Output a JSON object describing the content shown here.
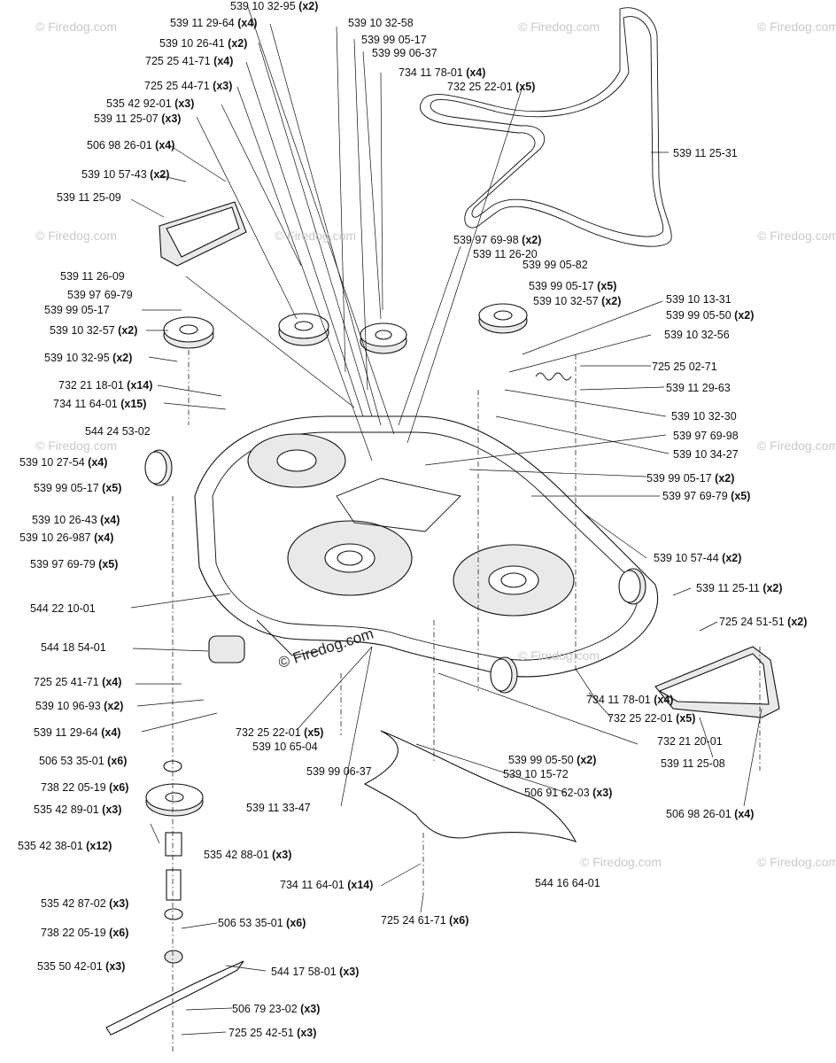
{
  "watermarks": [
    "© Firedog.com",
    "© Firedog.com",
    "© Firedog.com",
    "© Firedog.com",
    "© Firedog.com",
    "© Firedog.com",
    "© Firedog.com",
    "© Firedog.com",
    "© Firedog.com",
    "© Firedog.com",
    "© Firedog.com"
  ],
  "center_watermark": "© Firedog.com",
  "labels": [
    {
      "p": "539 10 32-95",
      "q": "(x2)"
    },
    {
      "p": "539 11 29-64",
      "q": "(x4)"
    },
    {
      "p": "539 10 32-58",
      "q": ""
    },
    {
      "p": "539 99 05-17",
      "q": ""
    },
    {
      "p": "539 10 26-41",
      "q": "(x2)"
    },
    {
      "p": "539 99 06-37",
      "q": ""
    },
    {
      "p": "725 25 41-71",
      "q": "(x4)"
    },
    {
      "p": "734 11 78-01",
      "q": "(x4)"
    },
    {
      "p": "732 25 22-01",
      "q": "(x5)"
    },
    {
      "p": "725 25 44-71",
      "q": "(x3)"
    },
    {
      "p": "535 42 92-01",
      "q": "(x3)"
    },
    {
      "p": "539 11 25-07",
      "q": "(x3)"
    },
    {
      "p": "539 11 25-31",
      "q": ""
    },
    {
      "p": "506 98 26-01",
      "q": "(x4)"
    },
    {
      "p": "539 10 57-43",
      "q": "(x2)"
    },
    {
      "p": "539 11 25-09",
      "q": ""
    },
    {
      "p": "539 97 69-98",
      "q": "(x2)"
    },
    {
      "p": "539 11 26-20",
      "q": ""
    },
    {
      "p": "539 99 05-82",
      "q": ""
    },
    {
      "p": "539 11 26-09",
      "q": ""
    },
    {
      "p": "539 99 05-17",
      "q": "(x5)"
    },
    {
      "p": "539 97 69-79",
      "q": ""
    },
    {
      "p": "539 10 32-57",
      "q": "(x2)"
    },
    {
      "p": "539 10 13-31",
      "q": ""
    },
    {
      "p": "539 99 05-17",
      "q": ""
    },
    {
      "p": "539 99 05-50",
      "q": "(x2)"
    },
    {
      "p": "539 10 32-57",
      "q": "(x2)"
    },
    {
      "p": "539 10 32-56",
      "q": ""
    },
    {
      "p": "539 10 32-95",
      "q": "(x2)"
    },
    {
      "p": "725 25 02-71",
      "q": ""
    },
    {
      "p": "732 21 18-01",
      "q": "(x14)"
    },
    {
      "p": "539 11 29-63",
      "q": ""
    },
    {
      "p": "734 11 64-01",
      "q": "(x15)"
    },
    {
      "p": "539 10 32-30",
      "q": ""
    },
    {
      "p": "544 24 53-02",
      "q": ""
    },
    {
      "p": "539 97 69-98",
      "q": ""
    },
    {
      "p": "539 10 27-54",
      "q": "(x4)"
    },
    {
      "p": "539 10 34-27",
      "q": ""
    },
    {
      "p": "539 99 05-17",
      "q": "(x5)"
    },
    {
      "p": "539 99 05-17",
      "q": "(x2)"
    },
    {
      "p": "539 10 26-43",
      "q": "(x4)"
    },
    {
      "p": "539 97 69-79",
      "q": "(x5)"
    },
    {
      "p": "539 10 26-987",
      "q": "(x4)"
    },
    {
      "p": "539 97 69-79",
      "q": "(x5)"
    },
    {
      "p": "539 10 57-44",
      "q": "(x2)"
    },
    {
      "p": "539 11 25-11",
      "q": "(x2)"
    },
    {
      "p": "544 22 10-01",
      "q": ""
    },
    {
      "p": "725 24 51-51",
      "q": "(x2)"
    },
    {
      "p": "544 18 54-01",
      "q": ""
    },
    {
      "p": "725 25 41-71",
      "q": "(x4)"
    },
    {
      "p": "734 11 78-01",
      "q": "(x4)"
    },
    {
      "p": "539 10 96-93",
      "q": "(x2)"
    },
    {
      "p": "732 25 22-01",
      "q": "(x5)"
    },
    {
      "p": "539 11 29-64",
      "q": "(x4)"
    },
    {
      "p": "732 25 22-01",
      "q": "(x5)"
    },
    {
      "p": "732 21 20-01",
      "q": ""
    },
    {
      "p": "539 10 65-04",
      "q": ""
    },
    {
      "p": "539 11 25-08",
      "q": ""
    },
    {
      "p": "539 99 05-50",
      "q": "(x2)"
    },
    {
      "p": "506 53 35-01",
      "q": "(x6)"
    },
    {
      "p": "539 99 06-37",
      "q": ""
    },
    {
      "p": "539 10 15-72",
      "q": ""
    },
    {
      "p": "738 22 05-19",
      "q": "(x6)"
    },
    {
      "p": "506 91 62-03",
      "q": "(x3)"
    },
    {
      "p": "535 42 89-01",
      "q": "(x3)"
    },
    {
      "p": "539 11 33-47",
      "q": ""
    },
    {
      "p": "506 98 26-01",
      "q": "(x4)"
    },
    {
      "p": "535 42 38-01",
      "q": "(x12)"
    },
    {
      "p": "535 42 88-01",
      "q": "(x3)"
    },
    {
      "p": "734 11 64-01",
      "q": "(x14)"
    },
    {
      "p": "544 16 64-01",
      "q": ""
    },
    {
      "p": "535 42 87-02",
      "q": "(x3)"
    },
    {
      "p": "725 24 61-71",
      "q": "(x6)"
    },
    {
      "p": "506 53 35-01",
      "q": "(x6)"
    },
    {
      "p": "738 22 05-19",
      "q": "(x6)"
    },
    {
      "p": "535 50 42-01",
      "q": "(x3)"
    },
    {
      "p": "544 17 58-01",
      "q": "(x3)"
    },
    {
      "p": "506 79 23-02",
      "q": "(x3)"
    },
    {
      "p": "725 25 42-51",
      "q": "(x3)"
    }
  ]
}
